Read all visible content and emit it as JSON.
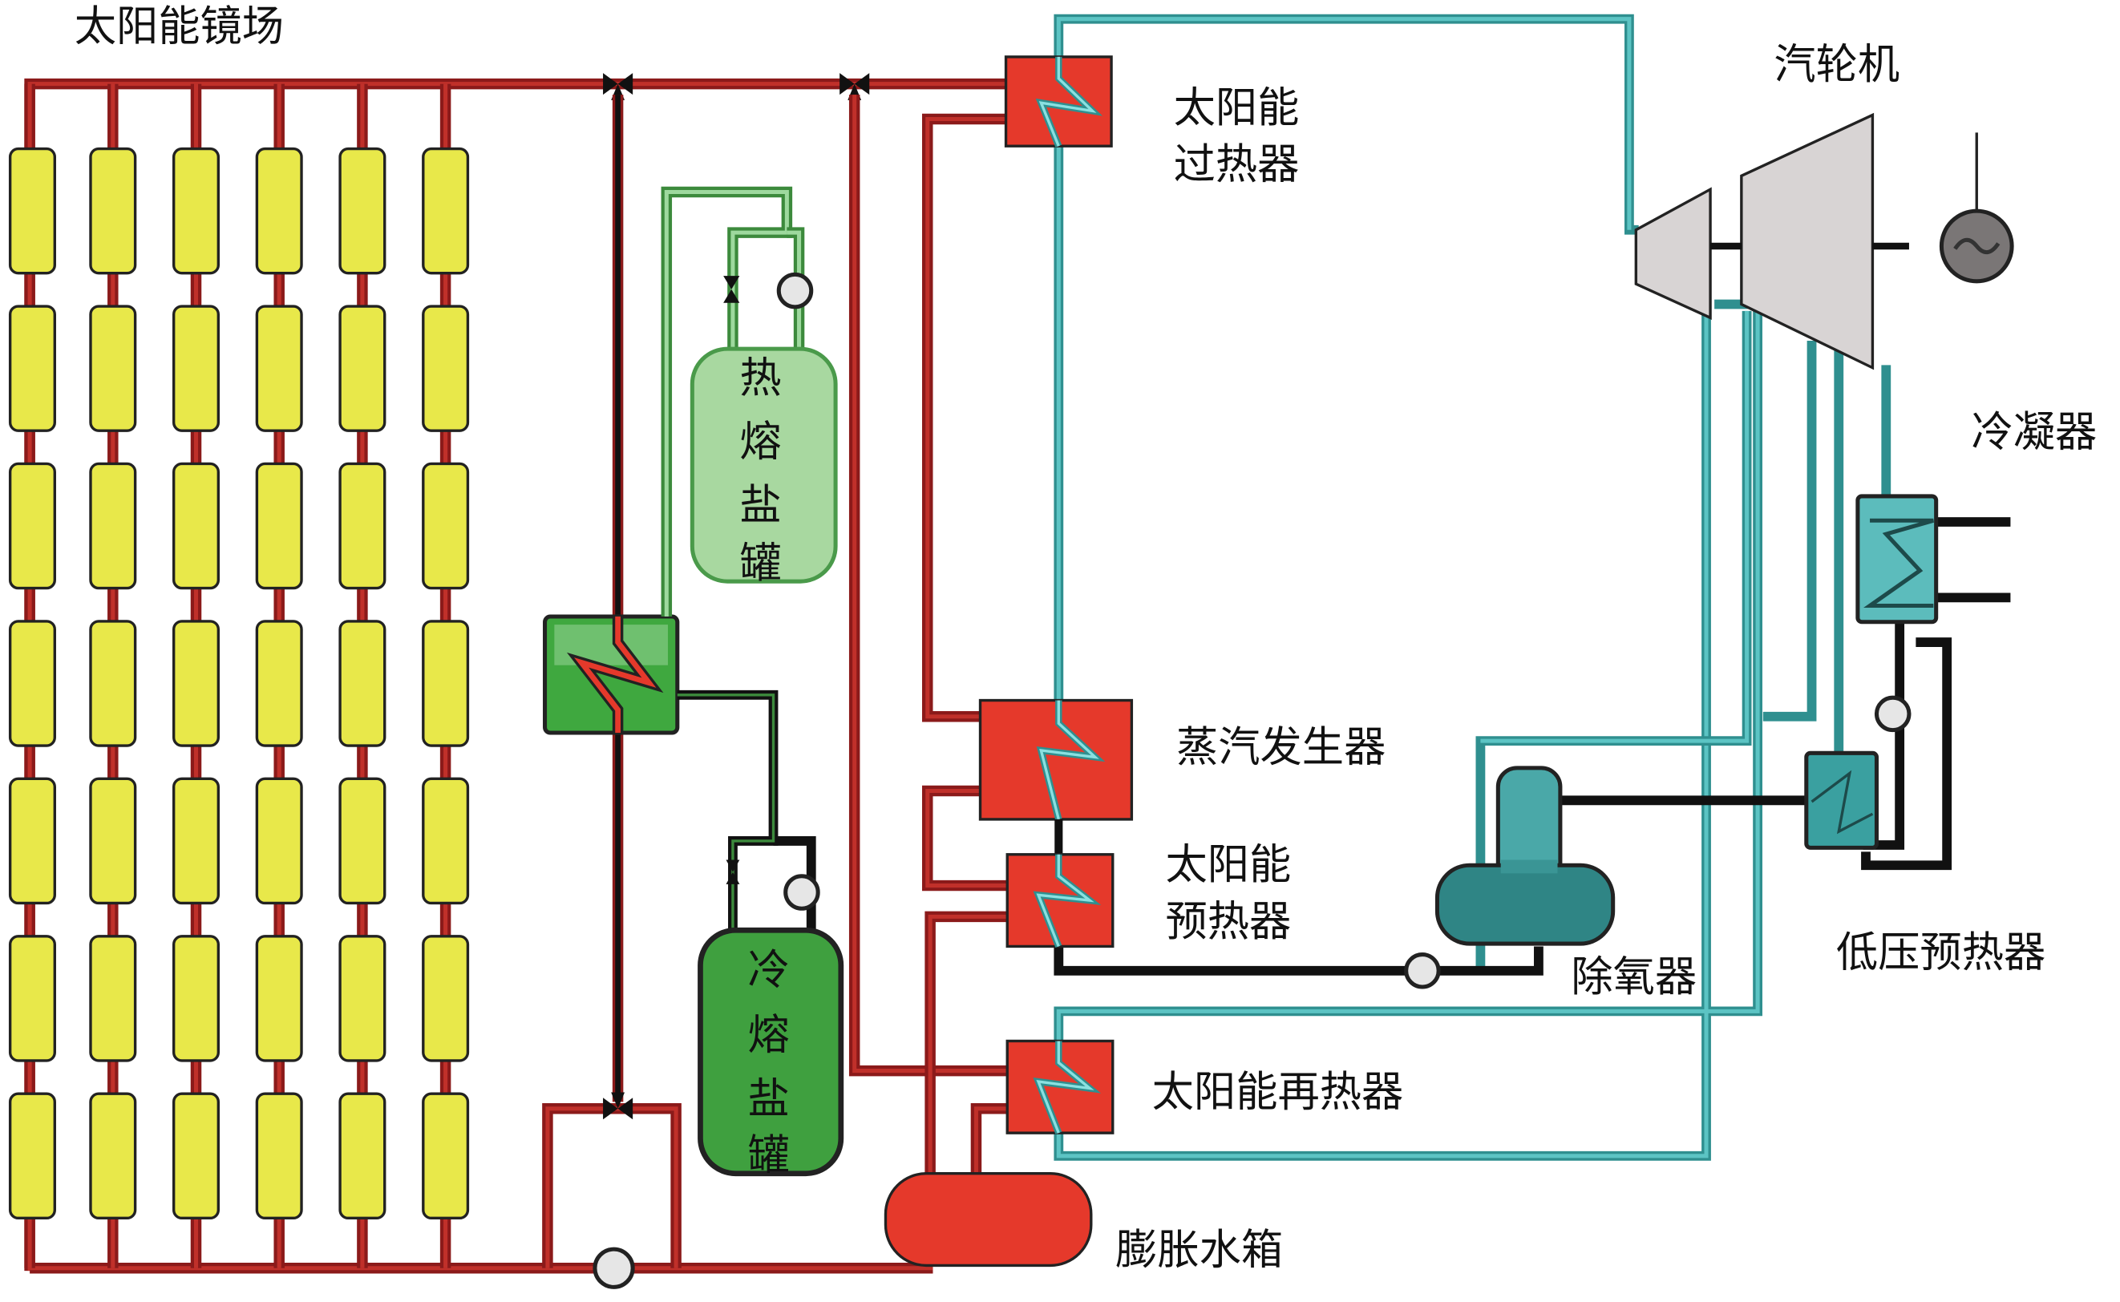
{
  "title": "太阳能热发电系统流程图",
  "labels": {
    "solar_field": "太阳能镜场",
    "solar_superheater_line1": "太阳能",
    "solar_superheater_line2": "过热器",
    "turbine": "汽轮机",
    "condenser": "冷凝器",
    "hot_salt_tank": [
      "热",
      "熔",
      "盐",
      "罐"
    ],
    "cold_salt_tank": [
      "冷",
      "熔",
      "盐",
      "罐"
    ],
    "steam_generator": "蒸汽发生器",
    "solar_preheater_line1": "太阳能",
    "solar_preheater_line2": "预热器",
    "deaerator": "除氧器",
    "lp_preheater": "低压预热器",
    "solar_reheater": "太阳能再热器",
    "expansion_tank": "膨胀水箱"
  },
  "solar_field": {
    "columns": 6,
    "collectors_per_column": 7
  },
  "colors": {
    "hot_oil_pipe": "#8b1a1a",
    "heat_exchanger": "#e5392b",
    "steam_pipe": "#2f8f8f",
    "collector": "#e8e84a",
    "hot_tank": "#a8d8a0",
    "cold_tank": "#3fa03f",
    "turbine": "#d8d4d4",
    "generator": "#7a7676"
  }
}
